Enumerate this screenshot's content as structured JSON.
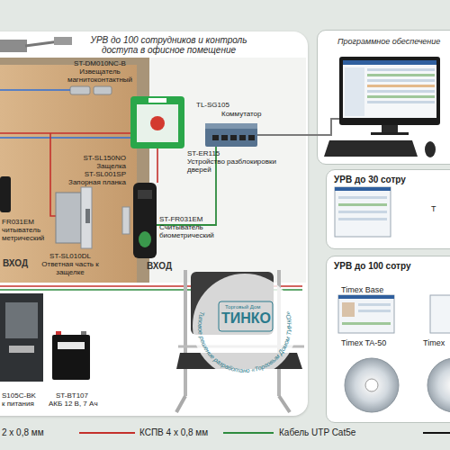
{
  "diagram": {
    "nodes": [
      {
        "text": [
          "УРВ до 100 сотрудников и контроль доступа в офисное помещение"
        ]
      },
      {
        "text": [
          "Программное обеспечение"
        ]
      },
      {
        "text": [
          "УРВ до 30 сотру",
          "T"
        ]
      },
      {
        "text": [
          "УРВ до 100 сотру",
          "Timex Base",
          "Timex TA-50",
          "Timex"
        ]
      }
    ],
    "edges": [
      {
        "from": 0,
        "to": 1,
        "arrow": "none"
      }
    ],
    "labels": [
      "ST-DM010NC-B",
      "Извещатель магнитоконтактный",
      "TL-SG105",
      "Коммутатор",
      "ST-ER115",
      "Устройство разблокировки дверей",
      "ST-SL150NO",
      "Защелка",
      "ST-SL001SP",
      "Запорная планка",
      "FR031EM",
      "читыватель метрический",
      "ST-FR031EM",
      "Считыватель биометрический",
      "ВХОД",
      "ST-SL010DL",
      "Ответная часть к защелке",
      "ВХОД",
      "S105C-BK",
      "к питания",
      "ST-BT107",
      "АКБ 12 В, 7 Ач",
      "Торговый Дом",
      "ТИНКО",
      "Типовое решение разработано «Торговым Домом ТИНКО»"
    ],
    "legend": [
      {
        "text": "2 х 0,8 мм"
      },
      {
        "text": "КСПВ 4 х 0,8 мм"
      },
      {
        "text": "Кабель UTP Cat5e"
      }
    ]
  }
}
